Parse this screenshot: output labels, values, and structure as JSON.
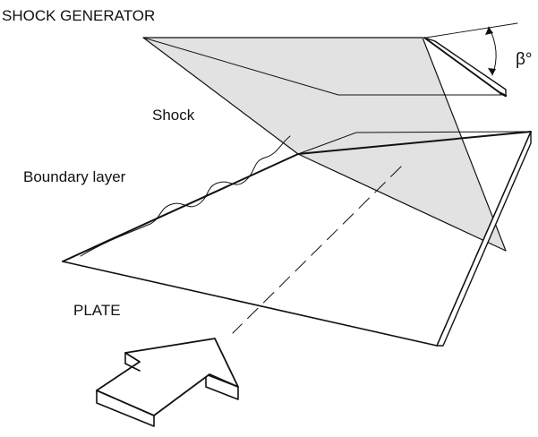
{
  "labels": {
    "shock_generator": "SHOCK GENERATOR",
    "shock": "Shock",
    "boundary_layer": "Boundary layer",
    "plate": "PLATE",
    "angle": "β°"
  },
  "colors": {
    "line": "#111111",
    "shock_fill": "#e2e2e2",
    "plate_edge_fill": "#ffffff",
    "background": "#ffffff"
  }
}
